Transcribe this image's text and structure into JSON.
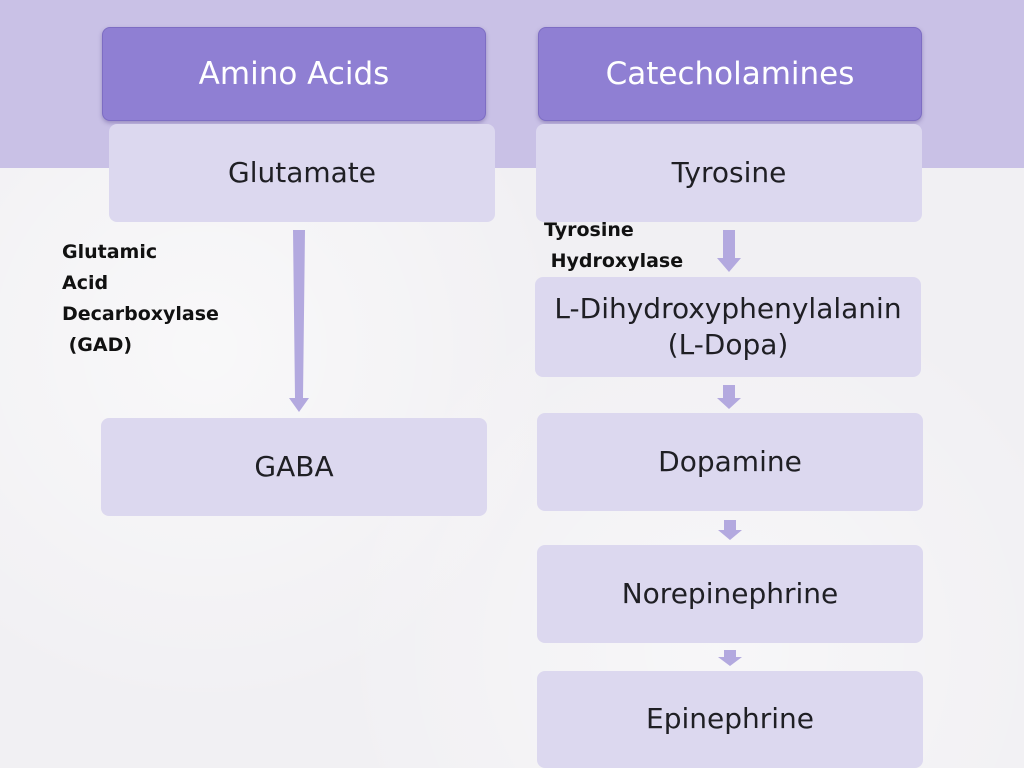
{
  "columns": [
    {
      "header": "Amino Acids",
      "nodes": [
        "Glutamate",
        "GABA"
      ],
      "enzyme": "Glutamic\nAcid\nDecarboxylase\n (GAD)"
    },
    {
      "header": "Catecholamines",
      "nodes": [
        "Tyrosine",
        "L-Dihydroxyphenylalanin\n(L-Dopa)",
        "Dopamine",
        "Norepinephrine",
        "Epinephrine"
      ],
      "enzyme": "Tyrosine\n Hydroxylase"
    }
  ],
  "colors": {
    "header_fill": "#8f7fd3",
    "node_fill": "#dcd8ef",
    "arrow": "#b3a9df"
  }
}
